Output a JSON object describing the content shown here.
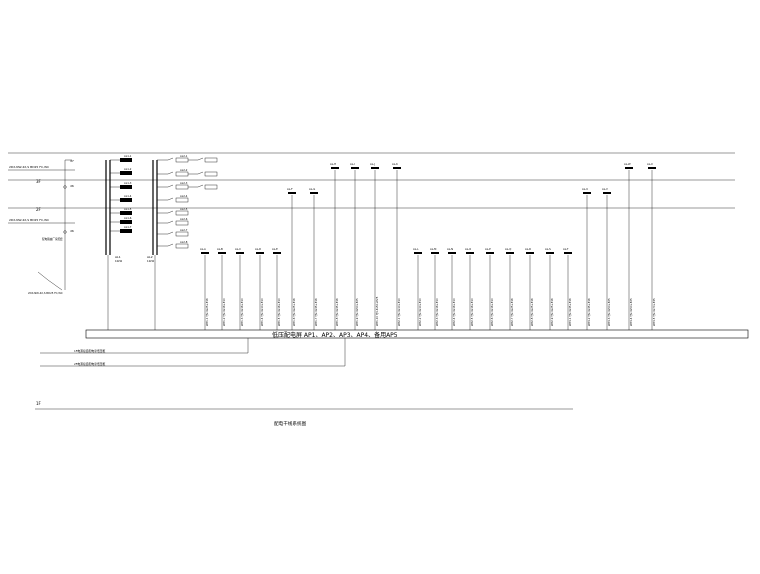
{
  "floors": {
    "f3": "3F",
    "f2": "2F",
    "f1": "1F"
  },
  "floor_markers": [
    "d7",
    "d6",
    "d6"
  ],
  "feeders": {
    "top": "2DX-NW-4X,S BD25 FC,WC",
    "mid": "2DX-NW-4X,S BD25 FC,WC",
    "bottom": "2DX-NW-4X,S BD25 FC,WC"
  },
  "side_note": "配电箱由厂家配套",
  "main_panel": {
    "label": "低压配电屏 AP1、AP2、AP3、AP4、备用AP5"
  },
  "notes": [
    "1F电源接自配电室低压柜",
    "2F电源接自配电室低压柜"
  ],
  "diagram_title": "配电干线系统图",
  "risers": [
    {
      "id": "r1",
      "top_tag": "AL1",
      "sub": "10kW"
    },
    {
      "id": "r2",
      "top_tag": "AL2",
      "sub": "12kW"
    }
  ],
  "box_labels_left": [
    "AL1-1",
    "AL1-2",
    "AL1-3",
    "AL1-4",
    "AL1-5",
    "AL1-6",
    "AL1-7"
  ],
  "box_labels_right": [
    "AL2-1",
    "AL2-2",
    "AL2-3",
    "AL2-4",
    "AL2-5",
    "AL2-6",
    "AL2-7",
    "AL2-8"
  ],
  "branches": [
    {
      "tag": "AL-A",
      "cable": "WP1-1 YJV-4x25+E16"
    },
    {
      "tag": "AL-B",
      "cable": "WP1-2 YJV-4x16+E10"
    },
    {
      "tag": "AL-C",
      "cable": "WP1-3 YJV-4x16+E10"
    },
    {
      "tag": "AL-D",
      "cable": "WP1-4 YJV-4x10+E10"
    },
    {
      "tag": "AL-E",
      "cable": "WP1-5 YJV-4x16+E10"
    },
    {
      "tag": "AL-F",
      "cable": "WP1-6 YJV-4x25+E16"
    },
    {
      "tag": "AL-G",
      "cable": "WP1-7 YJV-4x35+E16"
    },
    {
      "tag": "AL-H",
      "cable": "WP1-8 YJV-4x35+E16"
    },
    {
      "tag": "AL-I",
      "cable": "WP1-9 YJV-4x50+E25"
    },
    {
      "tag": "AL-J",
      "cable": "WP1-10 YJV-4x50+E25"
    },
    {
      "tag": "AL-K",
      "cable": "WP2-1 YJV-4x10+E10"
    },
    {
      "tag": "AL-L",
      "cable": "WP2-2 YJV-4x10+E10"
    },
    {
      "tag": "AL-M",
      "cable": "WP2-3 YJV-4x16+E10"
    },
    {
      "tag": "AL-N",
      "cable": "WP2-4 YJV-4x16+E10"
    },
    {
      "tag": "AL-O",
      "cable": "WP2-5 YJV-4x16+E10"
    },
    {
      "tag": "AL-P",
      "cable": "WP2-6 YJV-4x16+E10"
    },
    {
      "tag": "AL-Q",
      "cable": "WP2-7 YJV-4x25+E16"
    },
    {
      "tag": "AL-R",
      "cable": "WP2-8 YJV-4x25+E16"
    },
    {
      "tag": "AL-S",
      "cable": "WP2-9 YJV-4x25+E16"
    },
    {
      "tag": "AL-T",
      "cable": "WP3-1 YJV-4x35+E16"
    },
    {
      "tag": "AL-U",
      "cable": "WP3-2 YJV-4x35+E16"
    },
    {
      "tag": "AL-V",
      "cable": "WP3-3 YJV-4x50+E25"
    },
    {
      "tag": "AL-W",
      "cable": "WP3-4 YJV-4x50+E25"
    },
    {
      "tag": "AL-X",
      "cable": "WP3-5 YJV-4x70+E35"
    }
  ]
}
